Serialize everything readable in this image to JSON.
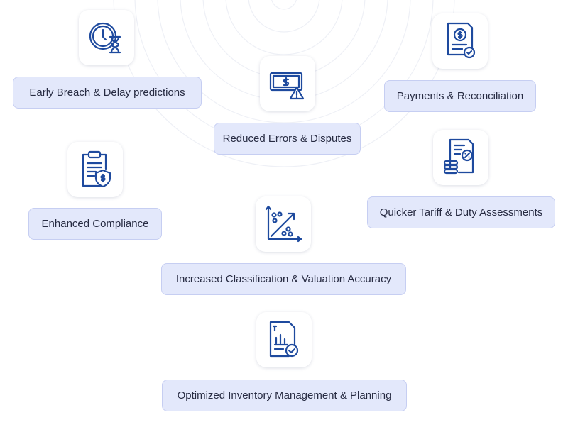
{
  "benefits": [
    {
      "label": "Early Breach & Delay predictions",
      "icon": "clock-hourglass-icon"
    },
    {
      "label": "Reduced Errors & Disputes",
      "icon": "money-warning-icon"
    },
    {
      "label": "Payments & Reconciliation",
      "icon": "invoice-check-icon"
    },
    {
      "label": "Enhanced Compliance",
      "icon": "clipboard-shield-icon"
    },
    {
      "label": "Quicker Tariff & Duty Assessments",
      "icon": "document-percent-coins-icon"
    },
    {
      "label": "Increased Classification & Valuation Accuracy",
      "icon": "scatter-chart-arrow-icon"
    },
    {
      "label": "Optimized Inventory Management & Planning",
      "icon": "report-check-icon"
    }
  ],
  "colors": {
    "icon": "#1e4a9e",
    "pill_bg": "#e3e8fb",
    "pill_border": "#c6cef2",
    "text": "#272b42"
  }
}
